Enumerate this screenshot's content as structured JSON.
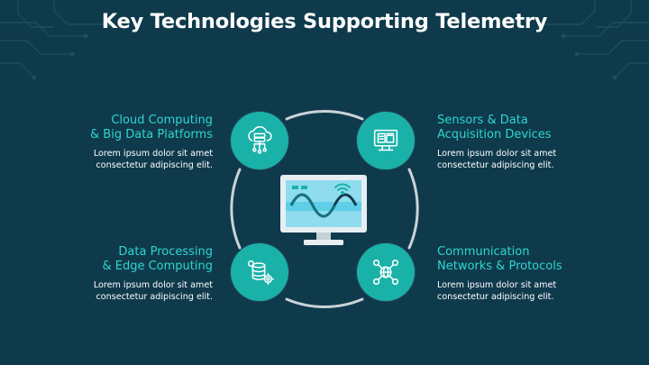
{
  "title": "Key Technologies Supporting Telemetry",
  "items": [
    {
      "heading_line1": "Cloud Computing",
      "heading_line2": "& Big Data Platforms",
      "body_line1": "Lorem ipsum dolor sit amet",
      "body_line2": "consectetur adipiscing elit.",
      "icon": "cloud-server-icon"
    },
    {
      "heading_line1": "Sensors & Data",
      "heading_line2": "Acquisition Devices",
      "body_line1": "Lorem ipsum dolor sit amet",
      "body_line2": "consectetur adipiscing elit.",
      "icon": "sensor-device-icon"
    },
    {
      "heading_line1": "Data Processing",
      "heading_line2": "& Edge Computing",
      "body_line1": "Lorem ipsum dolor sit amet",
      "body_line2": "consectetur adipiscing elit.",
      "icon": "database-gears-icon"
    },
    {
      "heading_line1": "Communication",
      "heading_line2": "Networks & Protocols",
      "body_line1": "Lorem ipsum dolor sit amet",
      "body_line2": "consectetur adipiscing elit.",
      "icon": "network-globe-icon"
    }
  ],
  "center_icon": "monitor-signal-icon",
  "colors": {
    "background": "#0f3a4c",
    "accent": "#1ab1a9",
    "heading": "#2ed6cf",
    "text": "#ffffff",
    "ring": "#c9d3d8"
  }
}
